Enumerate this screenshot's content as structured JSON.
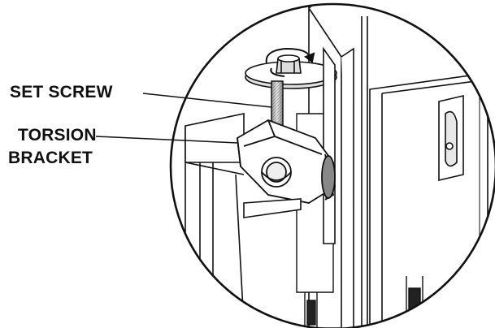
{
  "callouts": {
    "set_screw": "SET SCREW",
    "torsion_line1": "TORSION",
    "torsion_line2": "BRACKET"
  },
  "colors": {
    "line": "#111111",
    "frame_fill": "#ffffff",
    "shade": "#d0d0d0",
    "dark": "#555555"
  }
}
